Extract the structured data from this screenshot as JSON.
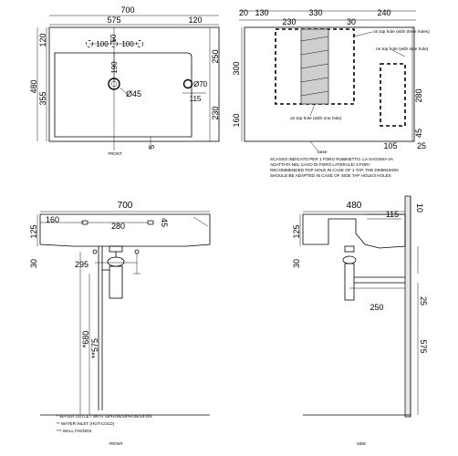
{
  "views": {
    "top_plan": {
      "dims": {
        "width_total": "700",
        "basin_width": "575",
        "right_margin": "120",
        "left_top_120": "120",
        "height_total": "480",
        "inner_height": "355",
        "top_50": "50",
        "tap_left_100": "100",
        "tap_right_100": "100",
        "drain_offset": "190",
        "drain_dia": "Ø45",
        "overflow_dia": "Ø70",
        "overflow_offset": "115",
        "right_250": "250",
        "right_230": "230",
        "bottom_5": "5"
      },
      "caption": "FRONT"
    },
    "wall_plan": {
      "dims": {
        "top_20": "20",
        "top_130": "130",
        "top_330": "330",
        "top_240": "240",
        "top_230": "230",
        "top_30": "30",
        "left_300": "300",
        "left_160": "160",
        "right_280": "280",
        "right_45": "45",
        "bottom_105": "105",
        "bottom_25": "25"
      },
      "labels": {
        "three_holes": "on top hole (with three holes)",
        "side_hole": "on top hole (with side hole)",
        "one_hole": "on top hole (with one hole)",
        "base": "base"
      },
      "note_lines": [
        "SCASSO INDICATO PER 1 FORO RUBINETTO. LA SAGOMA VA",
        "ADATTATA NEL CASO DI FORO LATERALE/ 3 FORI",
        "RECOMMENDED TOP HOLE IN CASE OF 1 TAP. THE DIMENSION",
        "SHOULD BE ADAPTED IN CASE OF SIDE TAP HOLE/3 HOLES"
      ]
    },
    "front_elevation": {
      "dims": {
        "width_700": "700",
        "left_160": "160",
        "center_280": "280",
        "hole_45": "45",
        "height_125": "125",
        "side_30": "30",
        "waste_295": "295",
        "wall_680": "*680",
        "wall_575": "**575"
      },
      "notes": [
        "* WATER OUTLET WITH SIPHON/SIPHON/SIFÓN",
        "** WATER INLET (HOT-COLD)",
        "*** WALL FIXINGS"
      ],
      "caption": "FRONT"
    },
    "side_elevation": {
      "dims": {
        "depth_480": "480",
        "top_10": "10",
        "inner_115": "115",
        "height_125": "125",
        "side_30": "30",
        "trap_250": "250",
        "floor_25": "25",
        "wall_575": "575"
      },
      "caption": "SIDE"
    }
  }
}
